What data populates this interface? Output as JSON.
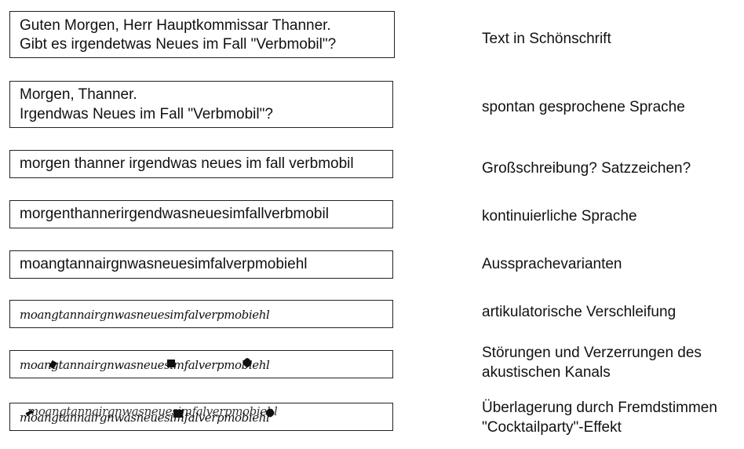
{
  "rows": [
    {
      "box_lines": [
        "Guten Morgen, Herr Hauptkommissar Thanner.",
        "Gibt es irgendetwas Neues im Fall \"Verbmobil\"?"
      ],
      "label_lines": [
        "Text in Schönschrift"
      ]
    },
    {
      "box_lines": [
        "Morgen, Thanner.",
        "Irgendwas Neues im Fall \"Verbmobil\"?"
      ],
      "label_lines": [
        "spontan gesprochene Sprache"
      ]
    },
    {
      "box_lines": [
        "morgen thanner irgendwas neues im fall verbmobil"
      ],
      "label_lines": [
        "Großschreibung? Satzzeichen?"
      ]
    },
    {
      "box_lines": [
        "morgenthannerirgendwasneuesimfallverbmobil"
      ],
      "label_lines": [
        "kontinuierliche Sprache"
      ]
    },
    {
      "box_lines": [
        "moangtannairgnwasneuesimfalverpmobiehl"
      ],
      "label_lines": [
        "Aussprachevarianten"
      ]
    },
    {
      "box_lines": [
        "moangtannairgnwasneuesimfalverpmobiehl"
      ],
      "label_lines": [
        "artikulatorische Verschleifung"
      ]
    },
    {
      "box_lines": [
        "moangtannairgnwasneuesimfalverpmobiehl"
      ],
      "label_lines": [
        "Störungen und Verzerrungen des",
        "akustischen Kanals"
      ]
    },
    {
      "box_lines": [
        "moangtannairgnwasneuesimfalverpmobiehl",
        "moangtannairgnwasneuesimfalverpmobiehl"
      ],
      "label_lines": [
        "Überlagerung durch Fremdstimmen",
        "\"Cocktailparty\"-Effekt"
      ]
    }
  ]
}
